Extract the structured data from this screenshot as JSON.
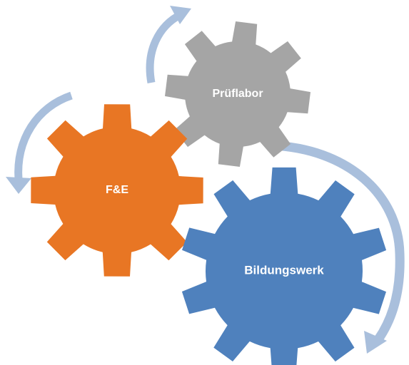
{
  "diagram": {
    "gears": [
      {
        "id": "prueflabor",
        "label": "Prüflabor",
        "color": "#A5A5A5"
      },
      {
        "id": "fe",
        "label": "F&E",
        "color": "#E87624"
      },
      {
        "id": "bildungswerk",
        "label": "Bildungswerk",
        "color": "#4F81BD"
      }
    ],
    "arrow_color": "#A9BFDC"
  }
}
